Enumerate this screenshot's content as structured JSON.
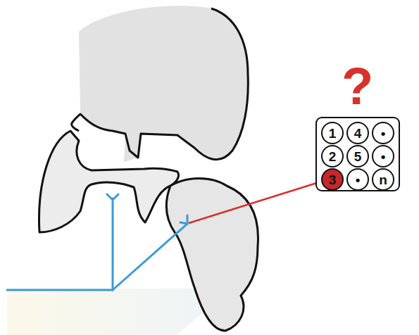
{
  "diagram": {
    "nodes": [
      {
        "text": [
          "?"
        ]
      },
      {
        "text": [
          "1"
        ],
        "in": 0
      },
      {
        "text": [
          "4"
        ],
        "in": 0
      },
      {
        "text": [
          "•"
        ],
        "in": 0
      },
      {
        "text": [
          "2"
        ],
        "in": 0
      },
      {
        "text": [
          "5"
        ],
        "in": 0
      },
      {
        "text": [
          "•"
        ],
        "in": 0
      },
      {
        "text": [
          "3"
        ],
        "in": 0
      },
      {
        "text": [
          "•"
        ],
        "in": 0
      },
      {
        "text": [
          "n"
        ],
        "in": 0
      }
    ]
  }
}
